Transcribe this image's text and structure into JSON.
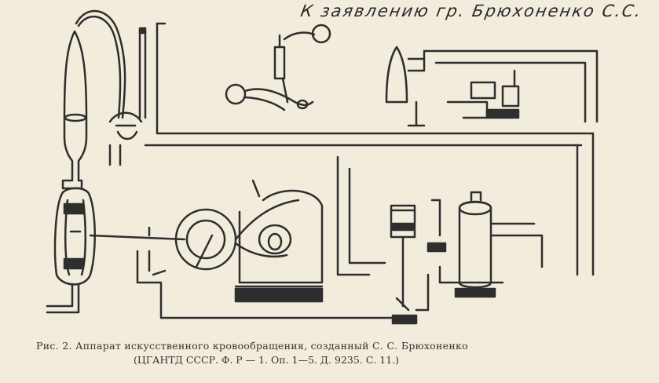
{
  "header": {
    "handwritten_note": "К заявлению гр. Брюхоненко С.С."
  },
  "caption": {
    "line1": "Рис. 2. Аппарат искусственного кровообращения, созданный С. С. Брюхоненко",
    "line2": "(ЦГАНТД СССР. Ф. Р — 1. Оп. 1—5. Д. 9235. С. 11.)"
  },
  "colors": {
    "paper": "#f2ecdc",
    "ink": "#2e2e2e"
  }
}
